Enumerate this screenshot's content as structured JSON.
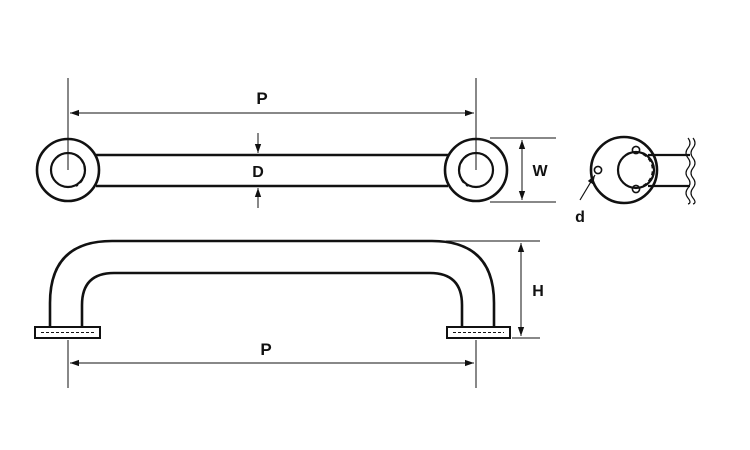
{
  "labels": {
    "pitch_top": "P",
    "bar_diameter": "D",
    "flange_width": "W",
    "hole_diameter": "d",
    "height": "H",
    "pitch_bottom": "P"
  },
  "colors": {
    "line": "#111111",
    "background": "#ffffff"
  }
}
